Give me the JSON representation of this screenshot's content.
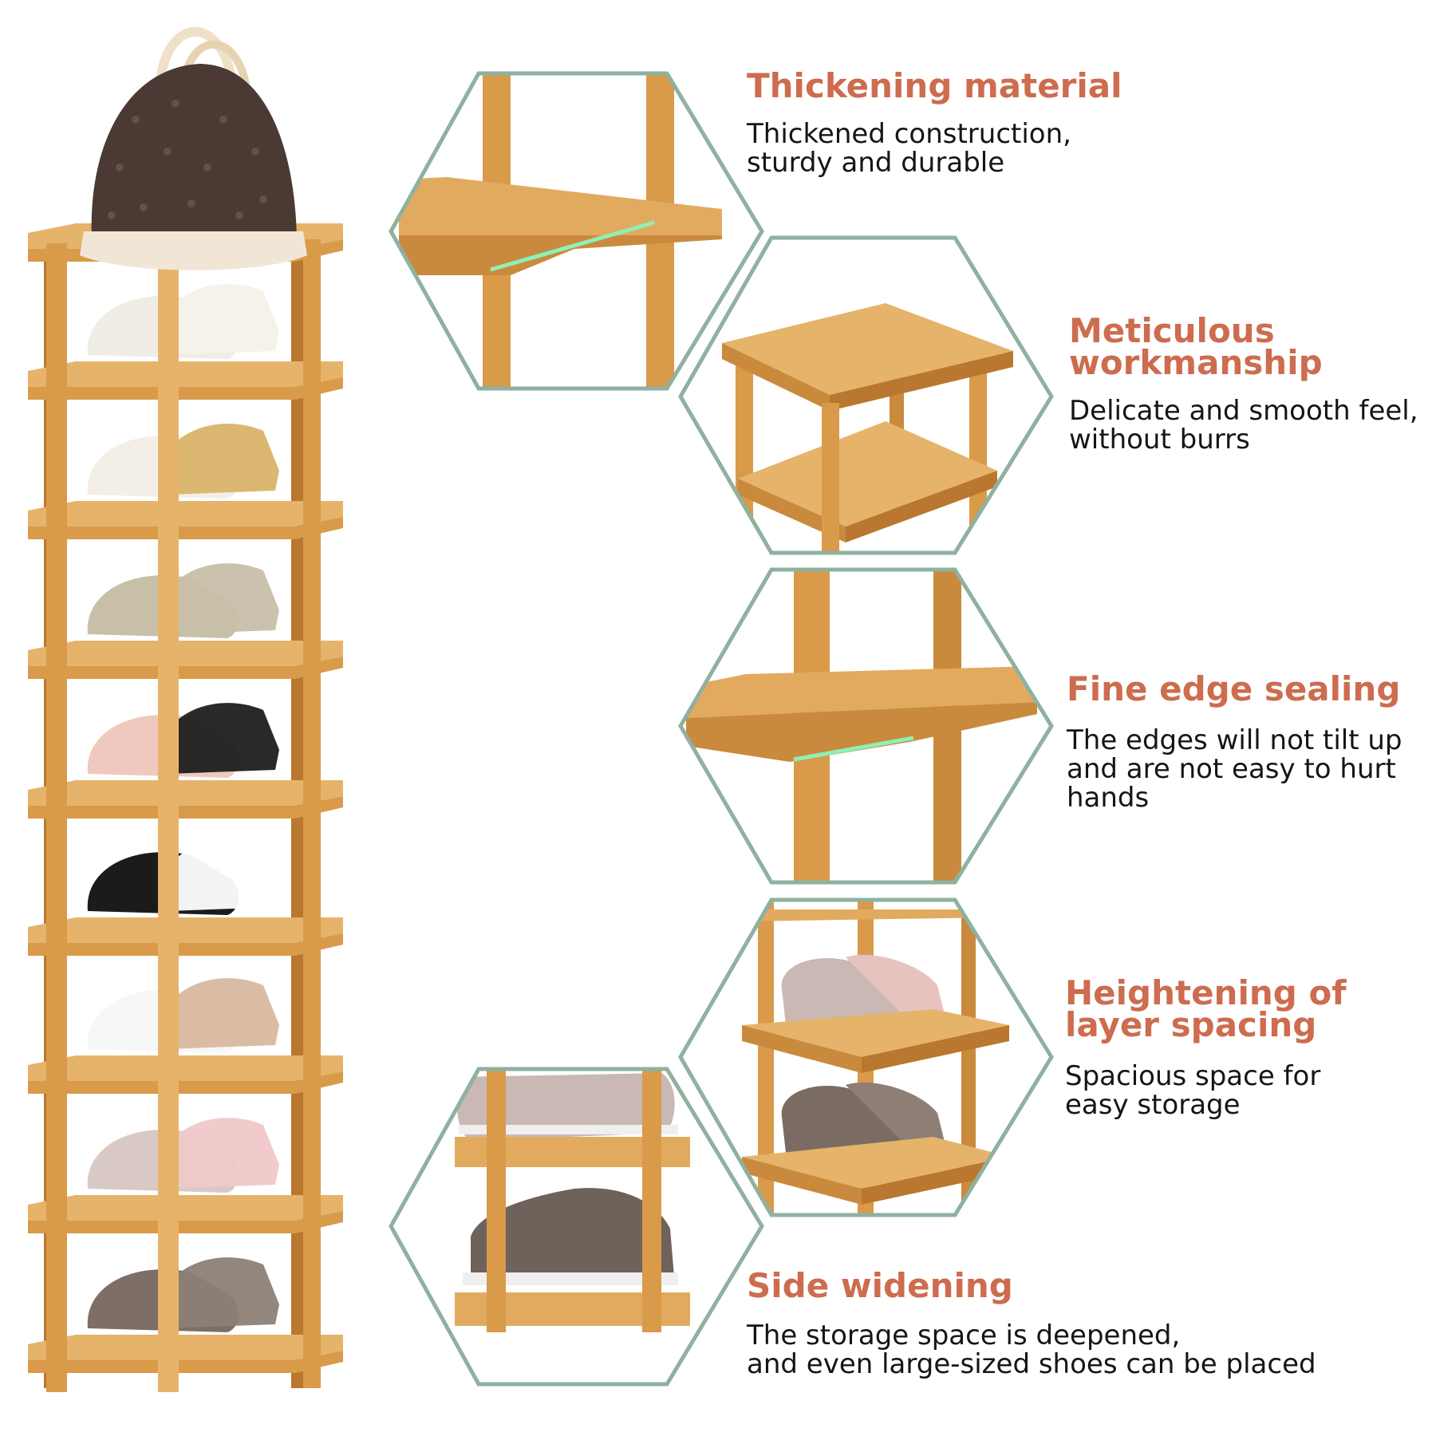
{
  "colors": {
    "heading": "#cd6c4e",
    "body_text": "#151515",
    "hex_border": "#8fb1a0",
    "bamboo_light": "#e6b36b",
    "bamboo_mid": "#d99a4a",
    "bamboo_dark": "#b9772f",
    "edge_highlight": "#8ff0b5"
  },
  "features": [
    {
      "title": "Thickening material",
      "description": "Thickened construction,\nsturdy and durable"
    },
    {
      "title": "Meticulous\nworkmanship",
      "description": "Delicate and smooth feel,\nwithout burrs"
    },
    {
      "title": "Fine edge sealing",
      "description": "The edges will not tilt up\nand are not easy to hurt\nhands"
    },
    {
      "title": "Heightening of\nlayer spacing",
      "description": "Spacious space for\neasy storage"
    },
    {
      "title": "Side widening",
      "description": "The storage space is deepened,\nand even large-sized shoes can be placed"
    }
  ]
}
